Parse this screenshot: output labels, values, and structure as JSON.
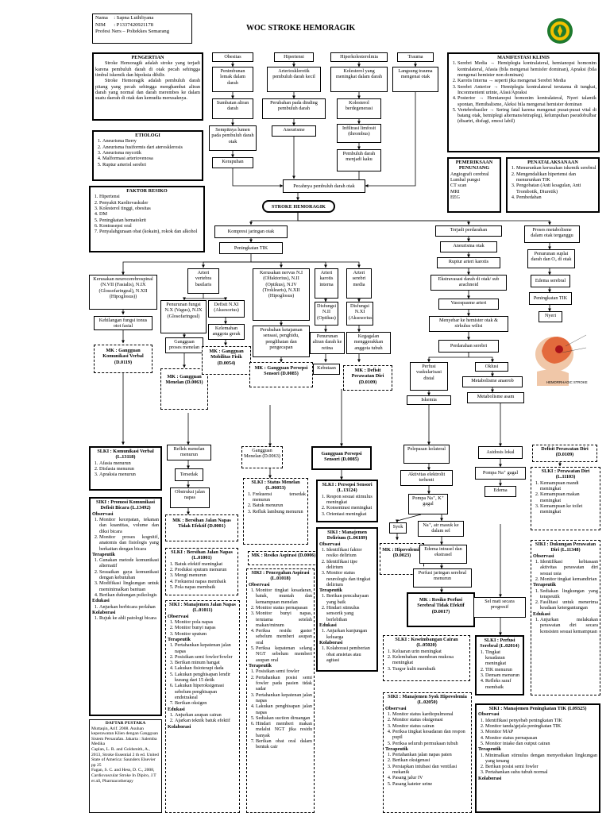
{
  "header": {
    "nama_label": "Nama",
    "nama_value": ": Sapna Luthfiyana",
    "nim_label": "NIM",
    "nim_value": ": P1337420921178",
    "prodi_label": "Profesi Ners – Poltekkes Semarang",
    "title": "WOC STROKE HEMORAGIK"
  },
  "pengertian": {
    "title": "PENGERTIAN",
    "p1": "Stroke Hemoragik adalah stroke yang terjadi karena pembuluh darah di otak pecah sehingga timbul iskemik dan hipoksia dihilir.",
    "p2": "Stroke Hemoragik adalah pembuluh darah pitang yang pecah sehingga menghambat aliran darah yang normal dan darah merembes ke dalam suatu daerah di otak dan kemudia merusaknya."
  },
  "etiologi": {
    "title": "ETIOLOGI",
    "items": [
      "Aneurisma Berry",
      "Aneurisma fusiformis dari aterosklerosis",
      "Aneurisma mycotik",
      "Malformasi arteriovenosa",
      "Ruptur arteriol serebri"
    ]
  },
  "faktor": {
    "title": "FAKTOR RESIKO",
    "items": [
      "Hipertensi",
      "Penyakit Kardiovaskuler",
      "Kolesterol tinggi, obesitas",
      "DM",
      "Peningkatan hematokrit",
      "Kontrasepsi oral",
      "Penyalahgunaan obat (kokain), rokok dan alkohol"
    ]
  },
  "manifestasi": {
    "title": "MANIFESTASI KLINIS",
    "items": [
      "Serebri Media → Hemiplegia kontralateral, hemianopsi homonim kontralateral, Afasia (bila mengenai hemisfer dominan), Apraksi (bila mengenai hemister non dominan)",
      "Karotis Interna → seperti jika mengenai Serebri Media",
      "Serebri Anterior → Hemiplegia kontralateral terutama di tungkai, Inconmentent urinte, Afasi/Apraksi",
      "Posterior → Hemianopsi homonim kontralateral, Nyeri talamik spontan, Hemibalisme, Aleksi bila mengenai hemister dominan",
      "Vertebrobasiler → Sering fatal karena mengenai pusat-pusat vital di batang otak, hemiplegi alternans/tetraplegi, kelumpuhan pseudobulbar (disartri, disfagi, emosi labil)"
    ]
  },
  "pemeriksaan": {
    "title": "PEMERIKSAAN PENUNJANG",
    "items": [
      "Angiografi cerebral",
      "Lumbal pungsi",
      "CT scan",
      "MRI",
      "EEG"
    ]
  },
  "penatalaksanaan": {
    "title": "PENATALAKSANAAN",
    "items": [
      "Menurunkan kerusakan iskemik serebral",
      "Mengendalikan hipertensi dan menurunkan TIK",
      "Pengobatan (Anti koagulan, Anti Trombotik, Diuretik)",
      "Pembedahan"
    ]
  },
  "flow_top": {
    "obesitas": "Obesitas",
    "hipertensi": "Hipertensi",
    "hiperkolesterol": "Hiperkolesterolmia",
    "trauma": "Trauma",
    "penimbunan": "Penimbunan lemak dalam darah",
    "arterio": "Arteriosklerotik pembuluh darah kecil",
    "kolesterol": "Kolesterol yang meningkat dalam darah",
    "langsung": "Langsung trauma mengenai otak",
    "sumbatan": "Sumbatan aliran darah",
    "perubahan_dinding": "Perubahan pada dinding pembuluh darah",
    "kolesterol_degen": "Kolesterol berdegenerasi",
    "sempitnya": "Sempitnya lumen pada pembuluh darah otak",
    "aneurisme": "Aneurisme",
    "infiltrasi": "Infiltrasi limfosit (thrombus)",
    "kerapuhan": "Kerapuhan",
    "pembuluh_kaku": "Pembuluh darah menjadi kaku",
    "pecahnya": "Pecahnya pembuluh darah otak",
    "stroke": "STROKE HEMORAGIK"
  },
  "flow_left": {
    "kompresi": "Kompresi jaringan otak",
    "peningkatan_tik": "Peningkatan TIK",
    "kerusakan_neuro": "Kerusakan neurocerebrospinal (N.VII (Fasialis), N.IX (Glossofaringeal), N.XII (Hipoglosus))",
    "kehilangan": "Kehilangan fungsi tonus otot fasial",
    "mk_komunikasi": "MK : Gangguan Komunikasi Verbal (D.0119)",
    "arteri_vb": "Arteri vertebra basilaris",
    "penurunan_nx": "Penurunan fungsi N.X (Vagus), N.IX (Glosofaringeal)",
    "defisit_nxi": "Defisit N.XI (Aksesorius)",
    "gangguan_proses": "Gangguan proses menelan",
    "kelemahan_gerak": "Kelemahan anggota gerak",
    "mk_menelan": "MK : Gangguan Menelan (D.0063)",
    "mk_mobilitas": "MK : Gangguan Mobilitas Fisik (D.0054)",
    "kerusakan_nervus": "Kerusakan nervus N.I (Olfaktorius), N.II (Optikus), N.IV (Troklearis), N.XII (Hipoglosus)",
    "perubahan_ketajaman": "Perubahan ketajaman sensasi, penghidu, penglihatan dan pengecapan",
    "mk_persepsi": "MK : Gangguan Persepsi Sensori (D.0085)",
    "arteri_karotis": "Arteri karotis interna",
    "arteri_serebri": "Arteri serebri media",
    "disfungsi_nii": "Disfungsi N.II (Optikus)",
    "disfungsi_nxi": "Disfungsi N.XI (Aksesorius)",
    "penurunan_retina": "Penurunan aliran darah ke retina",
    "kegagalan": "Kegagalan menggerakkan anggota tubuh",
    "kebutaan": "Kebutaan",
    "mk_defisit": "MK : Defisit Perawatan Diri (D.0109)"
  },
  "flow_right": {
    "terjadi_perdarahan": "Terjadi perdarahan",
    "aneurisma_otak": "Aneurisma otak",
    "ruptur": "Ruptur arteri karotis",
    "ekstravasasi": "Ekstravasasi darah di otak/ sub arachnoid",
    "vasospasme": "Vasospasme arteri",
    "menyebar": "Menyebar ke hemister otak & sirkulus wilisi",
    "perdarahan_serebri": "Perdarahan serebri",
    "perfusi_vaskularisasi": "Perfusi vaskularisasi distal",
    "oklusi": "Oklusi",
    "iskemia": "Iskemia",
    "metabolisme_anaerob": "Metabolisme anaerob",
    "metabolisme_asam": "Metabolisme asam",
    "proses_metabolisme": "Proses metabolisme dalam otak terganggu",
    "penurunan_suplai": "Penurunan suplai darah dan O₂ di otak",
    "edema_serebral": "Edema serebral",
    "peningkatan_tik2": "Peningkatan TIK",
    "nyeri": "Nyeri",
    "brain_label": "HEMORRHAGIC STROKE"
  },
  "lower": {
    "refleks": "Reflek menelan menurun",
    "tersedak": "Tersedak",
    "obstruksi": "Obstruksi jalan napas",
    "mk_bersihan": "MK : Bersihan Jalan Napas Tidak Efektif (D.0001)",
    "gangguan_menelan2": "Gangguan Menelan (D.0063)",
    "mk_aspirasi": "MK : Resiko Aspirasi (D.0006)",
    "gangguan_persepsi2": "Gangguan Persepsi Sensori (D.0085)",
    "pelepasan": "Pelepasan kolateral",
    "aktivitas_elektrolit": "Aktivitas elektrolit terhenti",
    "pompa_nak": "Pompa Na⁺, K⁺ gagal",
    "syok": "Syok",
    "na_masuk": "Na⁺, air masuk ke dalam sel",
    "mk_hipovolemia": "MK : Hipovolemia (D.0023)",
    "edema_intrasel": "Edema intrasel dan ekstrasel",
    "perfusi_jaringan": "Perfusi jaringan serebral menurun",
    "mk_perfusi": "MK : Resiko Perfusi Serebral Tidak Efektif (D.0017)",
    "asidosis": "Asidosis lokal",
    "pompa_na": "Pompa Na⁺ gagal",
    "edema": "Edema",
    "sel_mati": "Sel mati secara progresif",
    "defisit_perawatan2": "Defisit Perawatan Diri (D.0109)"
  },
  "slki_komunikasi": {
    "title": "SLKI : Komunikasi Verbal (L.13118)",
    "items": [
      "Afasia menurun",
      "Disfasia menurun",
      "Apraksia menurun"
    ]
  },
  "siki_komunikasi": {
    "title": "SIKI : Promosi Komunikasi Defisit Bicara (L.13492)",
    "obs": "Observasi",
    "obs_items": [
      "Monitor kecepatan, tekanan dan kuantitas, volume dan diksi bicara",
      "Monitor proses kognitif, anatomis dan fisiologis yang berkaitan dengan bicara"
    ],
    "ter": "Terapeutik",
    "ter_items": [
      "Gunakan metode komunikasi alternatif",
      "Sesuaikan gaya komunikasi dengan kebutuhan",
      "Modifikasi lingkungan untuk meminimalkan bantuan",
      "Berikan dukungan psikologis"
    ],
    "edu": "Edukasi",
    "edu_items": [
      "Anjurkan berbicara perlahan"
    ],
    "kol": "Kolaborasi",
    "kol_items": [
      "Rujuk ke ahli patologi bicara"
    ]
  },
  "daftar": {
    "title": "DAFTAR PUSTAKA",
    "text": "Muttaqin, Arif. 2008. Asuhan keperawatan Klien dengan Gangguan Sistem Persarafan. Jakarta : Salemba Medika\nCaplan, L. R. and Goldsmith, A., 2013, Stroke Essential 2 th ed. United State of America: Saunders Elsevier pp 25\nFagan, S. C. and Hess, D. C., 2008, Cardiovascular Stroke In Dipiro, J.T et all, Pharmacotherapy"
  },
  "slki_bersihan": {
    "title": "SLKI : Bersihan Jalan Napas (L.01001)",
    "items": [
      "Batuk efektif meningkat",
      "Produksi sputum menurun",
      "Mengi menurun",
      "Frekuensi napas membaik",
      "Pola napas membaik"
    ]
  },
  "siki_bersihan": {
    "title": "SIKI : Manajemen Jalan Napas (L.01011)",
    "obs": "Observasi",
    "obs_items": [
      "Monitor pola napas",
      "Monitor bunyi napas",
      "Monitor sputum"
    ],
    "ter": "Terapeutik",
    "ter_items": [
      "Pertahankan kepatenan jalan napas",
      "Posisikan semi fowler/fowler",
      "Berikan minum hangat",
      "Lakukan fisioterapi dada",
      "Lakukan penghisapan lendir kurang dari 15 detik",
      "Lakukan hiperoksigenasi sebelum penghisapan endotrakeal",
      "Berikan oksigen"
    ],
    "edu": "Edukasi",
    "edu_items": [
      "Anjurkan asupan cairan",
      "Ajarkan teknik batuk efektif"
    ],
    "kol": "Kolaborasi"
  },
  "slki_menelan": {
    "title": "SLKI : Status Menelan (L.06053)",
    "items": [
      "Frekuensi tersedak menurun",
      "Batuk menurun",
      "Refluk lambung menurun"
    ]
  },
  "siki_aspirasi": {
    "title": "SIKI : Pencegahan Aspirasi (L.01018)",
    "obs": "Observasi",
    "obs_items": [
      "Monitor tingkat kesadaran, batuk, muntah dan kemampuan menelan",
      "Monitor status pernapasan",
      "Monitor bunyi napas, terutama setelah makan/minum",
      "Periksa residu gaster sebelum memberi asupan oral",
      "Periksa kepatenan selang NGT sebelum memberi asupan oral"
    ],
    "ter": "Terapeutik",
    "ter_items": [
      "Posisikan semi fowler",
      "Pertahankan posisi semi fowler pada pasien tidak sadar",
      "Pertahankan kepatenan jalan napas",
      "Lakukan penghisapan jalan napas",
      "Sediakan suction diruangan",
      "Hindari memberi makan melalui NGT jika residu banyak",
      "Berikan obat oral dalam bentuk cair"
    ]
  },
  "slki_persepsi": {
    "title": "SLKI : Persepsi Sensori (L.13124)",
    "items": [
      "Respon sesuai stimulus meningkat",
      "Konsentrasi meningkat",
      "Orientasi meningkat"
    ]
  },
  "siki_delirium": {
    "title": "SIKI : Manajemen Delirium (L.06189)",
    "obs": "Observasi",
    "obs_items": [
      "Identifikasi faktor resiko delirium",
      "Identifikasi tipe delirium",
      "Monitor status neurologis dan tingkat delirium"
    ],
    "ter": "Terapeutik",
    "ter_items": [
      "Berikan pencahayaan yang baik",
      "Hindari stimulus sensorik yang berlebihan"
    ],
    "edu": "Edukasi",
    "edu_items": [
      "Anjurkan kunjungan keluarga"
    ],
    "kol": "Kolaborasi",
    "kol_items": [
      "Kolaborasi pemberian obat ansietas atau agitasi"
    ]
  },
  "slki_cairan": {
    "title": "SLKI : Keseimbangan Cairan (L.05020)",
    "items": [
      "Keluaran urin meningkat",
      "Kelembaban membran mukosa meningkat",
      "Turgor kulit membaik"
    ]
  },
  "siki_syok": {
    "title": "SIKI : Manajemen Syok Hipovolemia (L.02050)",
    "obs": "Observasi",
    "obs_items": [
      "Monitor status kardiopulmonal",
      "Monitor status oksigenasi",
      "Monitor status cairan",
      "Periksa tingkat kesadaran dan respon pupil",
      "Periksa seluruh permukaan tubuh"
    ],
    "ter": "Terapeutik",
    "ter_items": [
      "Pertahankan jalan napas paten",
      "Berikan oksigenasi",
      "Persiapkan intubasi dan ventilasi mekanik",
      "Pasang jalur IV",
      "Pasang kateter urine"
    ]
  },
  "slki_perfusi": {
    "title": "SLKI : Perfusi Serebral (L.02014)",
    "items": [
      "Tingkat kesadaran meningkat",
      "TIK menurun",
      "Demam menurun",
      "Refleks saraf membaik"
    ]
  },
  "siki_tik": {
    "title": "SIKI : Manajemen Peningkatan TIK (L09325)",
    "obs": "Observasi",
    "obs_items": [
      "Identifikasi penyebab peningkatan TIK",
      "Monitor tanda/gejala peningkatan TIK",
      "Monitor MAP",
      "Monitor status pernapasan",
      "Monitor intake dan output cairan"
    ],
    "ter": "Terapeutik",
    "ter_items": [
      "Minimalkan stimulus dengan menyediakan lingkungan yang tenang",
      "Berikan posisi semi fowler",
      "Pertahankan suhu tubuh normal"
    ],
    "kol": "Kolaborasi"
  },
  "slki_perawatan": {
    "title": "SLKI : Perawatan Diri (L.11103)",
    "items": [
      "Kemampuan mandi meningkat",
      "Kemampuan makan meningkat",
      "Kemampuan ke toilet meningkat"
    ]
  },
  "siki_dukungan": {
    "title": "SIKI : Dukungan Perawatan Diri (L.11348)",
    "obs": "Observasi",
    "obs_items": [
      "Identifikasi kebiasaan aktivitas perawatan diri sesuai usia",
      "Monitor tingkat kemandirian"
    ],
    "ter": "Terapeutik",
    "ter_items": [
      "Sediakan lingkungan yang terapeutik",
      "Fasilitasi untuk menerima keadaan ketergantungan"
    ],
    "edu": "Edukasi",
    "edu_items": [
      "Anjurkan melakukan perawatan diri secara konsisten sesuai kemampuan"
    ]
  },
  "colors": {
    "ink": "#000000",
    "paper": "#ffffff",
    "logo_green": "#1e7a2e",
    "logo_yellow": "#f2c200"
  }
}
